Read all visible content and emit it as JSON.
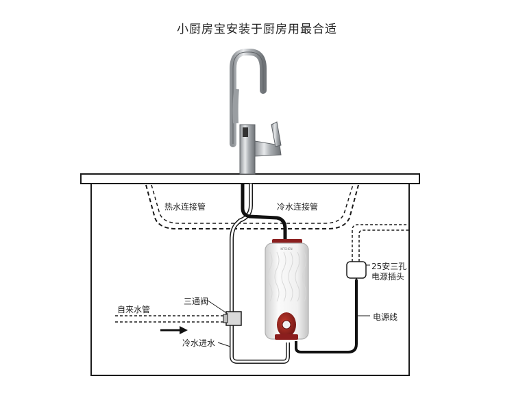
{
  "page": {
    "title": "小厨房宝安装于厨房用最合适"
  },
  "labels": {
    "hot_pipe": "热水连接管",
    "cold_pipe": "冷水连接管",
    "socket_line1": "25安三孔",
    "socket_line2": "电源插头",
    "tee_valve": "三通阀",
    "tap_water": "自来水管",
    "power_cord": "电源线",
    "cold_inlet": "冷水进水",
    "heater_brand": "KITCHEN"
  },
  "colors": {
    "outline": "#1a1a1a",
    "hot_pipe": "#111111",
    "cold_pipe": "#ffffff",
    "heater_body": "#f2f2f2",
    "knob": "#8b1e1e",
    "faucet": "#b9bcbf"
  }
}
